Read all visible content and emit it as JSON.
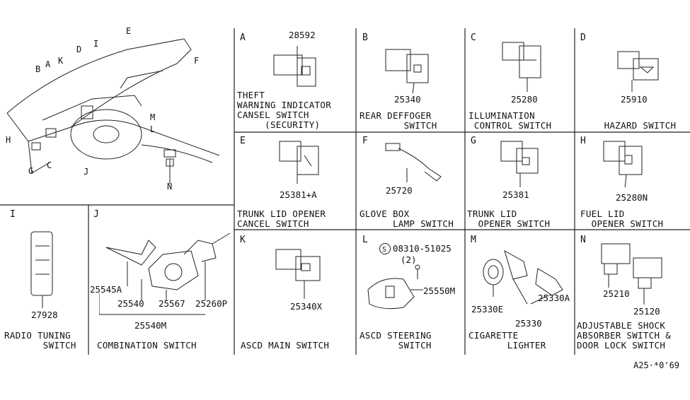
{
  "overview": {
    "callouts": [
      "A",
      "B",
      "C",
      "D",
      "E",
      "F",
      "G",
      "H",
      "I",
      "J",
      "K",
      "L",
      "M",
      "N"
    ]
  },
  "cells": {
    "A": {
      "letter": "A",
      "part": "28592",
      "caption": "THEFT\nWARNING INDICATOR\nCANSEL SWITCH\n     (SECURITY)"
    },
    "B": {
      "letter": "B",
      "part": "25340",
      "caption": "REAR DEFFOGER\n        SWITCH"
    },
    "C": {
      "letter": "C",
      "part": "25280",
      "caption": "ILLUMINATION\n CONTROL SWITCH"
    },
    "D": {
      "letter": "D",
      "part": "25910",
      "caption": "  HAZARD SWITCH"
    },
    "E": {
      "letter": "E",
      "part": "25381+A",
      "caption": "TRUNK LID OPENER\nCANCEL SWITCH"
    },
    "F": {
      "letter": "F",
      "part": "25720",
      "caption": "GLOVE BOX\n      LAMP SWITCH"
    },
    "G": {
      "letter": "G",
      "part": "25381",
      "caption": "TRUNK LID\n  OPENER SWITCH"
    },
    "H": {
      "letter": "H",
      "part": "25280N",
      "caption": "FUEL LID\n  OPENER SWITCH"
    },
    "I": {
      "letter": "I",
      "part": "27928",
      "caption": "RADIO TUNING\n       SWITCH"
    },
    "J": {
      "letter": "J",
      "parts": [
        "25545A",
        "25540",
        "25567",
        "25260P",
        "25540M"
      ],
      "caption": "COMBINATION SWITCH"
    },
    "K": {
      "letter": "K",
      "part": "25340X",
      "caption": "ASCD MAIN SWITCH"
    },
    "L": {
      "letter": "L",
      "screw": "08310-51025",
      "qty": "(2)",
      "part": "25550M",
      "caption": "ASCD STEERING\n       SWITCH"
    },
    "M": {
      "letter": "M",
      "parts": [
        "25330E",
        "25330A",
        "25330"
      ],
      "caption": "CIGARETTE\n       LIGHTER"
    },
    "N": {
      "letter": "N",
      "parts": [
        "25210",
        "25120"
      ],
      "caption": "ADJUSTABLE SHOCK\nABSORBER SWITCH &\nDOOR LOCK SWITCH"
    }
  },
  "footer_code": "A25·*0'69"
}
